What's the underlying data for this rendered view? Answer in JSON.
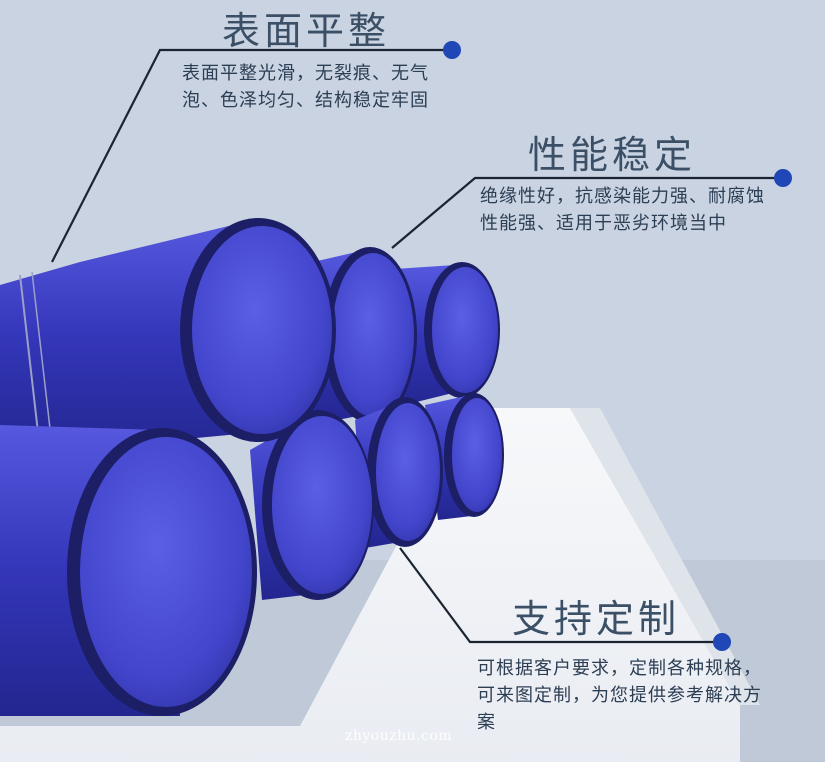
{
  "features": [
    {
      "title": "表面平整",
      "description": "表面平整光滑，无裂痕、无气泡、色泽均匀、结构稳定牢固"
    },
    {
      "title": "性能稳定",
      "description": "绝缘性好，抗感染能力强、耐腐蚀性能强、适用于恶劣环境当中"
    },
    {
      "title": "支持定制",
      "description": "可根据客户要求，定制各种规格，可来图定制，为您提供参考解决方案"
    }
  ],
  "watermark": "zhyouzhu.com",
  "colors": {
    "background": "#c9d3e1",
    "platform": "#f3f4f7",
    "pipe_blue": "#3a3cc0",
    "pipe_inner": "#4b4fd6",
    "dot": "#1f47b5",
    "title_text": "#3b4f66",
    "body_text": "#2c3e54"
  }
}
